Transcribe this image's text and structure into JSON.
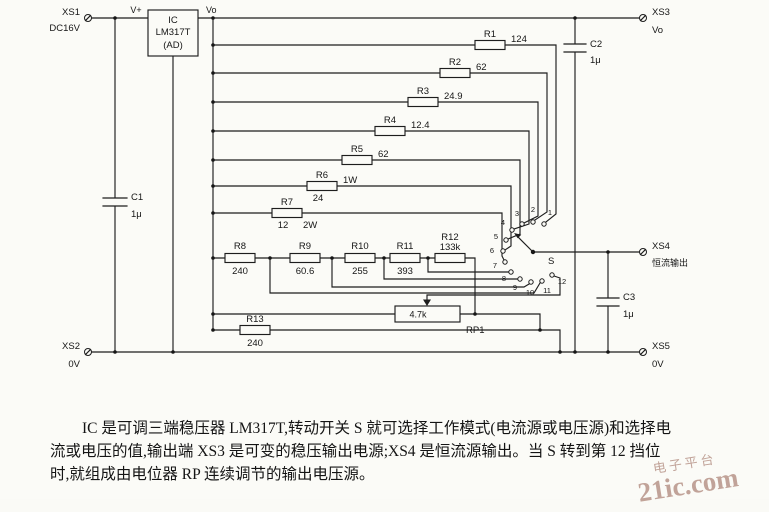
{
  "terminals": {
    "xs1": {
      "label": "XS1",
      "sub": "DC16V"
    },
    "xs2": {
      "label": "XS2",
      "sub": "0V"
    },
    "xs3": {
      "label": "XS3",
      "sub": "Vo"
    },
    "xs4": {
      "label": "XS4",
      "sub": "恒流输出"
    },
    "xs5": {
      "label": "XS5",
      "sub": "0V"
    }
  },
  "ic": {
    "l1": "IC",
    "l2": "LM317T",
    "l3": "(AD)",
    "vin": "V+",
    "vout": "Vo"
  },
  "resistors": {
    "r1": {
      "name": "R1",
      "value": "124"
    },
    "r2": {
      "name": "R2",
      "value": "62"
    },
    "r3": {
      "name": "R3",
      "value": "24.9"
    },
    "r4": {
      "name": "R4",
      "value": "12.4"
    },
    "r5": {
      "name": "R5",
      "value": "62"
    },
    "r6": {
      "name": "R6",
      "value": "24",
      "power": "1W"
    },
    "r7": {
      "name": "R7",
      "value": "12",
      "power": "2W"
    },
    "r8": {
      "name": "R8",
      "value": "240"
    },
    "r9": {
      "name": "R9",
      "value": "60.6"
    },
    "r10": {
      "name": "R10",
      "value": "255"
    },
    "r11": {
      "name": "R11",
      "value": "393"
    },
    "r12": {
      "name": "R12",
      "value": "133k"
    },
    "r13": {
      "name": "R13",
      "value": "240"
    }
  },
  "capacitors": {
    "c1": {
      "name": "C1",
      "value": "1μ"
    },
    "c2": {
      "name": "C2",
      "value": "1μ"
    },
    "c3": {
      "name": "C3",
      "value": "1μ"
    }
  },
  "pot": {
    "name": "RP1",
    "value": "4.7k"
  },
  "switch": {
    "label": "S",
    "contacts": [
      "1",
      "2",
      "3",
      "4",
      "5",
      "6",
      "7",
      "8",
      "9",
      "10",
      "11",
      "12"
    ]
  },
  "caption": {
    "line1": "IC 是可调三端稳压器 LM317T,转动开关 S 就可选择工作模式(电流源或电压源)和选择电",
    "line2": "流或电压的值,输出端 XS3 是可变的稳压输出电源;XS4 是恒流源输出。当 S 转到第 12 挡位",
    "line3": "时,就组成由电位器 RP 连续调节的输出电压源。"
  },
  "watermark": {
    "line1": "电子平台",
    "line2": "21ic.com"
  }
}
